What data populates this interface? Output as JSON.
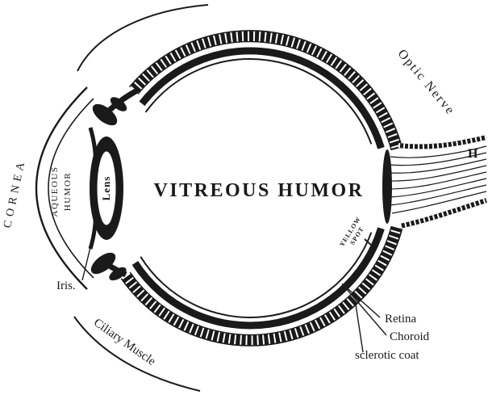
{
  "diagram": {
    "labels": {
      "cornea": "CORNEA",
      "aqueous_humor_line1": "AQUEOUS",
      "aqueous_humor_line2": "HUMOR",
      "lens": "Lens",
      "vitreous_humor": "VITREOUS HUMOR",
      "iris": "Iris.",
      "ciliary_muscle": "Ciliary Muscle",
      "optic_nerve": "Optic Nerve",
      "yellow_spot_line1": "YELLOW",
      "yellow_spot_line2": "SPOT",
      "retina": "Retina",
      "choroid": "Choroid",
      "sclerotic_coat": "sclerotic coat",
      "nerve_end_mark": "H"
    },
    "colors": {
      "ink": "#1a1a1a",
      "paper": "#ffffff"
    }
  }
}
